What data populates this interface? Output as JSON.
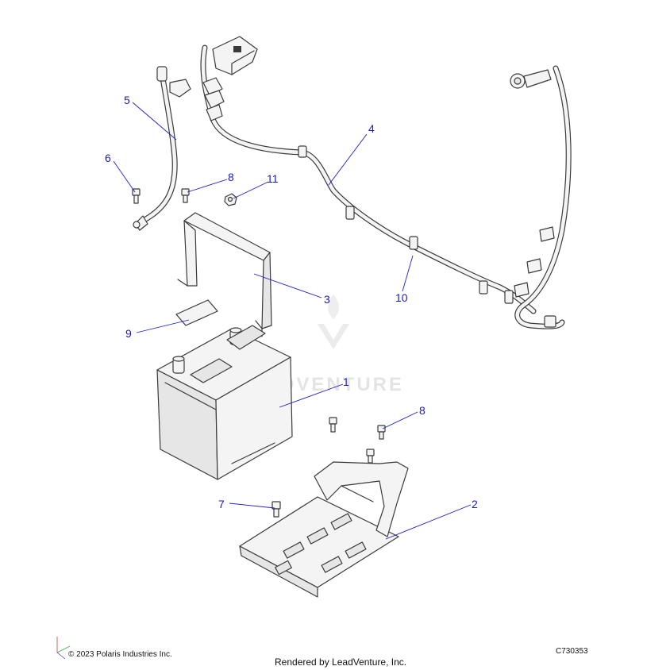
{
  "callouts": [
    {
      "id": "1",
      "label": "1"
    },
    {
      "id": "2",
      "label": "2"
    },
    {
      "id": "3",
      "label": "3"
    },
    {
      "id": "4",
      "label": "4"
    },
    {
      "id": "5",
      "label": "5"
    },
    {
      "id": "6",
      "label": "6"
    },
    {
      "id": "7",
      "label": "7"
    },
    {
      "id": "8a",
      "label": "8"
    },
    {
      "id": "8b",
      "label": "8"
    },
    {
      "id": "9",
      "label": "9"
    },
    {
      "id": "10",
      "label": "10"
    },
    {
      "id": "11",
      "label": "11"
    }
  ],
  "footer": {
    "copyright": "© 2023 Polaris Industries Inc.",
    "rendered_by": "Rendered by LeadVenture, Inc.",
    "diagram_code": "C730353"
  },
  "watermark": {
    "text": "LEADVENTURE"
  }
}
